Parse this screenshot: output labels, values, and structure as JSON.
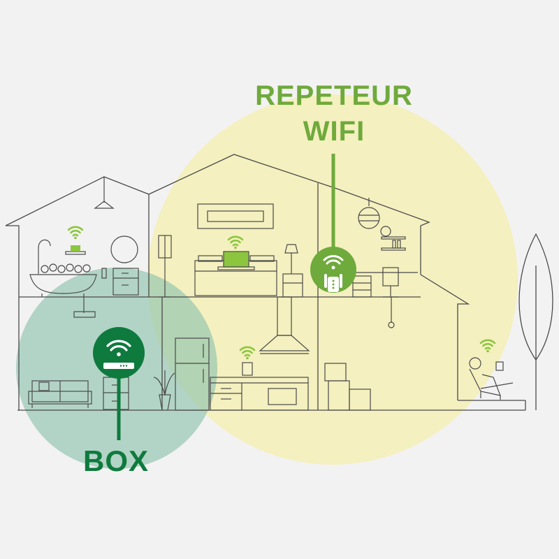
{
  "labels": {
    "repeater_line1": "REPETEUR",
    "repeater_line2": "WIFI",
    "box": "BOX"
  },
  "icons": {
    "wifi": "wifi-icon",
    "box_device": "router-box-icon",
    "repeater_device": "wifi-repeater-plug-icon"
  },
  "colors": {
    "background": "#f3f2f2",
    "repeater_zone": "#f3f0b6",
    "box_zone": "#a9cfc0",
    "box_green": "#0f7a3e",
    "repeater_green": "#6faa3c",
    "wifi_icon": "#8cc63f",
    "line": "#4a4a4a"
  }
}
